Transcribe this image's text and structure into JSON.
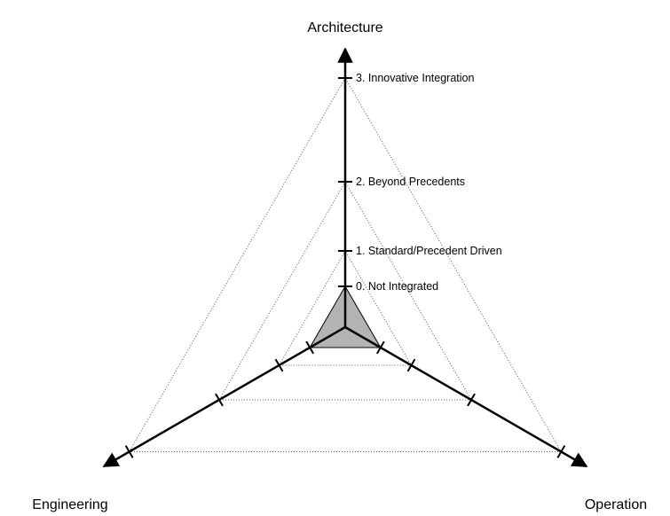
{
  "chart_data": {
    "type": "radar",
    "axes": [
      "Architecture",
      "Engineering",
      "Operation"
    ],
    "levels": [
      "0. Not Integrated",
      "1. Standard/Precedent Driven",
      "2. Beyond Precedents",
      "3. Innovative Integration"
    ],
    "values": [
      0,
      0,
      0
    ],
    "range": [
      0,
      3
    ],
    "fill_color": "#b3b3b3"
  }
}
